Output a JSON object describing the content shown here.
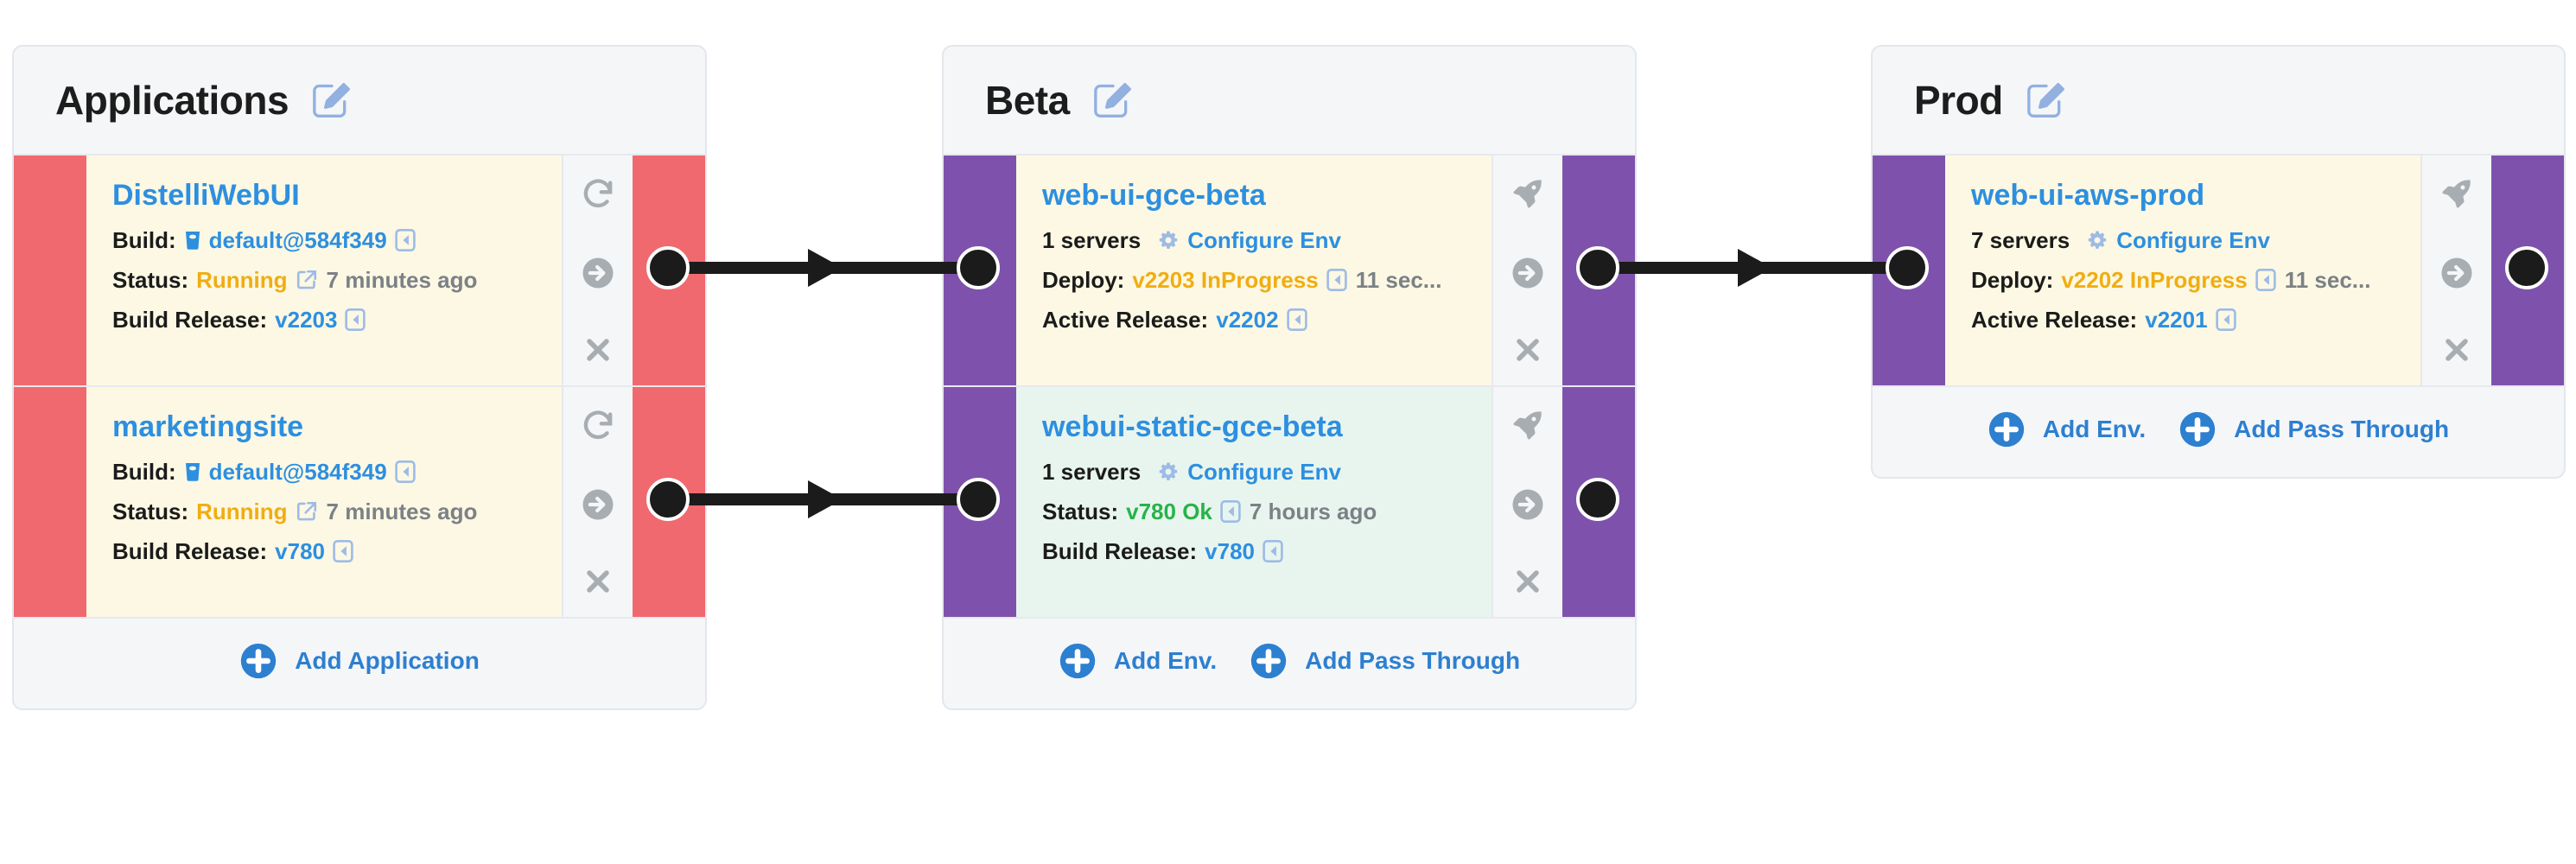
{
  "columns": [
    {
      "id": "applications",
      "title": "Applications",
      "edit_icon": "edit-pencil-icon",
      "strip_color": "#f0696e",
      "cards": [
        {
          "name": "DistelliWebUI",
          "card_bg": "#fdf8e3",
          "rows": [
            {
              "label": "Build:",
              "icon": "build-bucket-icon",
              "link": "default@584f349",
              "badge": "rollback-badge-icon"
            },
            {
              "label": "Status:",
              "value": "Running",
              "value_color": "#f0ad12",
              "icon2": "external-link-icon",
              "time": "7 minutes ago"
            },
            {
              "label": "Build Release:",
              "link": "v2203",
              "badge": "rollback-badge-icon"
            }
          ],
          "actions": [
            "refresh-icon",
            "arrow-right-circle-icon",
            "close-x-icon"
          ]
        },
        {
          "name": "marketingsite",
          "card_bg": "#fdf8e3",
          "rows": [
            {
              "label": "Build:",
              "icon": "build-bucket-icon",
              "link": "default@584f349",
              "badge": "rollback-badge-icon"
            },
            {
              "label": "Status:",
              "value": "Running",
              "value_color": "#f0ad12",
              "icon2": "external-link-icon",
              "time": "7 minutes ago"
            },
            {
              "label": "Build Release:",
              "link": "v780",
              "badge": "rollback-badge-icon"
            }
          ],
          "actions": [
            "refresh-icon",
            "arrow-right-circle-icon",
            "close-x-icon"
          ]
        }
      ],
      "footer": [
        {
          "label": "Add Application",
          "icon": "plus-circle-icon"
        }
      ]
    },
    {
      "id": "beta",
      "title": "Beta",
      "edit_icon": "edit-pencil-icon",
      "strip_color": "#7e52ac",
      "cards": [
        {
          "name": "web-ui-gce-beta",
          "card_bg": "#fdf8e3",
          "servers": "1 servers",
          "configure": "Configure Env",
          "rows": [
            {
              "label": "Deploy:",
              "value": "v2203 InProgress",
              "value_color": "#f0ad12",
              "badge": "rollback-badge-icon",
              "time": "11 sec..."
            },
            {
              "label": "Active Release:",
              "link": "v2202",
              "badge": "rollback-badge-icon"
            }
          ],
          "actions": [
            "rocket-icon",
            "arrow-right-circle-icon",
            "close-x-icon"
          ]
        },
        {
          "name": "webui-static-gce-beta",
          "card_bg": "#e8f5ee",
          "servers": "1 servers",
          "configure": "Configure Env",
          "rows": [
            {
              "label": "Status:",
              "value": "v780 Ok",
              "value_color": "#27b34a",
              "badge": "rollback-badge-icon",
              "time": "7 hours ago"
            },
            {
              "label": "Build Release:",
              "link": "v780",
              "badge": "rollback-badge-icon"
            }
          ],
          "actions": [
            "rocket-icon",
            "arrow-right-circle-icon",
            "close-x-icon"
          ]
        }
      ],
      "footer": [
        {
          "label": "Add Env.",
          "icon": "plus-circle-icon"
        },
        {
          "label": "Add Pass Through",
          "icon": "plus-circle-icon"
        }
      ]
    },
    {
      "id": "prod",
      "title": "Prod",
      "edit_icon": "edit-pencil-icon",
      "strip_color": "#7e52ac",
      "cards": [
        {
          "name": "web-ui-aws-prod",
          "card_bg": "#fdf8e3",
          "servers": "7 servers",
          "configure": "Configure Env",
          "rows": [
            {
              "label": "Deploy:",
              "value": "v2202 InProgress",
              "value_color": "#f0ad12",
              "badge": "rollback-badge-icon",
              "time": "11 sec..."
            },
            {
              "label": "Active Release:",
              "link": "v2201",
              "badge": "rollback-badge-icon"
            }
          ],
          "actions": [
            "rocket-icon",
            "arrow-right-circle-icon",
            "close-x-icon"
          ]
        }
      ],
      "footer": [
        {
          "label": "Add Env.",
          "icon": "plus-circle-icon"
        },
        {
          "label": "Add Pass Through",
          "icon": "plus-circle-icon"
        }
      ]
    }
  ],
  "connectors": [
    {
      "from": "DistelliWebUI",
      "to": "web-ui-gce-beta"
    },
    {
      "from": "marketingsite",
      "to": "webui-static-gce-beta"
    },
    {
      "from": "web-ui-gce-beta",
      "to": "web-ui-aws-prod"
    }
  ],
  "colors": {
    "panel_bg": "#f4f6f8",
    "card_cream": "#fdf8e3",
    "card_mint": "#e8f5ee",
    "strip_red": "#f0696e",
    "strip_purple": "#7e52ac",
    "link_blue": "#2d8fe0",
    "amber": "#f0ad12",
    "green": "#27b34a",
    "connector": "#1b1b1b"
  }
}
